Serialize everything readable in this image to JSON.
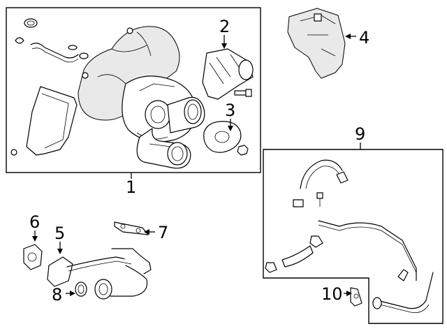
{
  "callouts": {
    "c1": "1",
    "c2": "2",
    "c3": "3",
    "c4": "4",
    "c5": "5",
    "c6": "6",
    "c7": "7",
    "c8": "8",
    "c9": "9",
    "c10": "10"
  },
  "colors": {
    "line": "#000000",
    "background": "#ffffff",
    "shade": "#e9e9e9"
  }
}
